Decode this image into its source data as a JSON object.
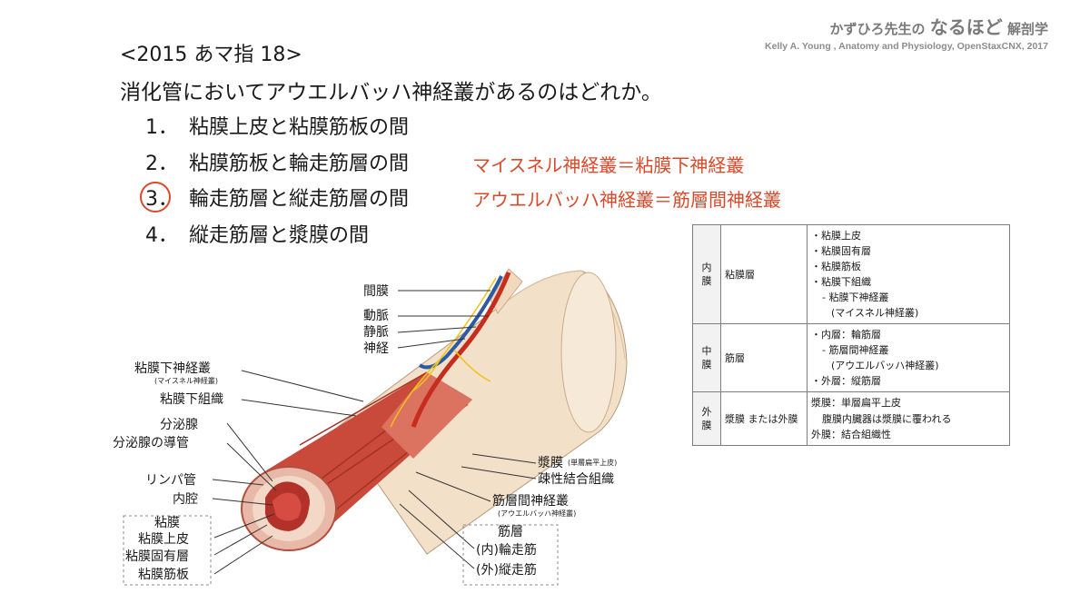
{
  "brand": {
    "prefix": "かずひろ先生の",
    "accent": "なるほど",
    "suffix": "解剖学",
    "credit": "Kelly A. Young , Anatomy and Physiology, OpenStaxCNX, 2017"
  },
  "question": {
    "header": "<2015 あマ指 18>",
    "text": "消化管においてアウエルバッハ神経叢があるのはどれか。"
  },
  "options": [
    {
      "num": "1．",
      "text": "粘膜上皮と粘膜筋板の間"
    },
    {
      "num": "2．",
      "text": "粘膜筋板と輪走筋層の間"
    },
    {
      "num": "3．",
      "text": "輪走筋層と縦走筋層の間"
    },
    {
      "num": "4．",
      "text": "縦走筋層と漿膜の間"
    }
  ],
  "answer_index": 3,
  "notes": {
    "meissner": "マイスネル神経叢＝粘膜下神経叢",
    "auerbach": "アウエルバッハ神経叢＝筋層間神経叢"
  },
  "table": {
    "inner": {
      "side": "内\n膜",
      "layer": "粘膜層",
      "items": [
        "・粘膜上皮",
        "・粘膜固有層",
        "・粘膜筋板",
        "・粘膜下組織",
        "- 粘膜下神経叢",
        "(マイスネル神経叢)"
      ]
    },
    "middle": {
      "side": "中\n膜",
      "layer": "筋層",
      "items": [
        "・内層：輪筋層",
        "- 筋層間神経叢",
        "(アウエルバッハ神経叢)",
        "・外層：縦筋層"
      ]
    },
    "outer": {
      "side": "外\n膜",
      "layer": "漿膜 または外膜",
      "items": [
        "漿膜：単層扁平上皮",
        "腹膜内臓器は漿膜に覆われる",
        "外膜：結合組織性"
      ]
    }
  },
  "diagram": {
    "mesentery": "間膜",
    "artery": "動脈",
    "vein": "静脈",
    "nerve": "神経",
    "submucosal_plexus": "粘膜下神経叢",
    "submucosal_plexus_alt": "(マイスネル神経叢)",
    "submucosa": "粘膜下組織",
    "gland": "分泌腺",
    "gland_duct": "分泌腺の導管",
    "lymph": "リンパ管",
    "lumen": "内腔",
    "mucosa": "粘膜",
    "epithelium": "粘膜上皮",
    "lamina_propria": "粘膜固有層",
    "muscularis_mucosae": "粘膜筋板",
    "serosa": "漿膜",
    "serosa_note": "(単層扁平上皮)",
    "loose_ct": "疎性結合組織",
    "myenteric_plexus": "筋層間神経叢",
    "myenteric_plexus_alt": "(アウエルバッハ神経叢)",
    "muscularis": "筋層",
    "inner_circular": "(内)輪走筋",
    "outer_longitudinal": "(外)縦走筋"
  },
  "colors": {
    "accent": "#d94a2b",
    "muscle": "#c9493a",
    "tube": "#f3e0c8",
    "artery": "#c62d1f",
    "vein": "#2b5aa8",
    "nerve": "#f0c21b"
  }
}
